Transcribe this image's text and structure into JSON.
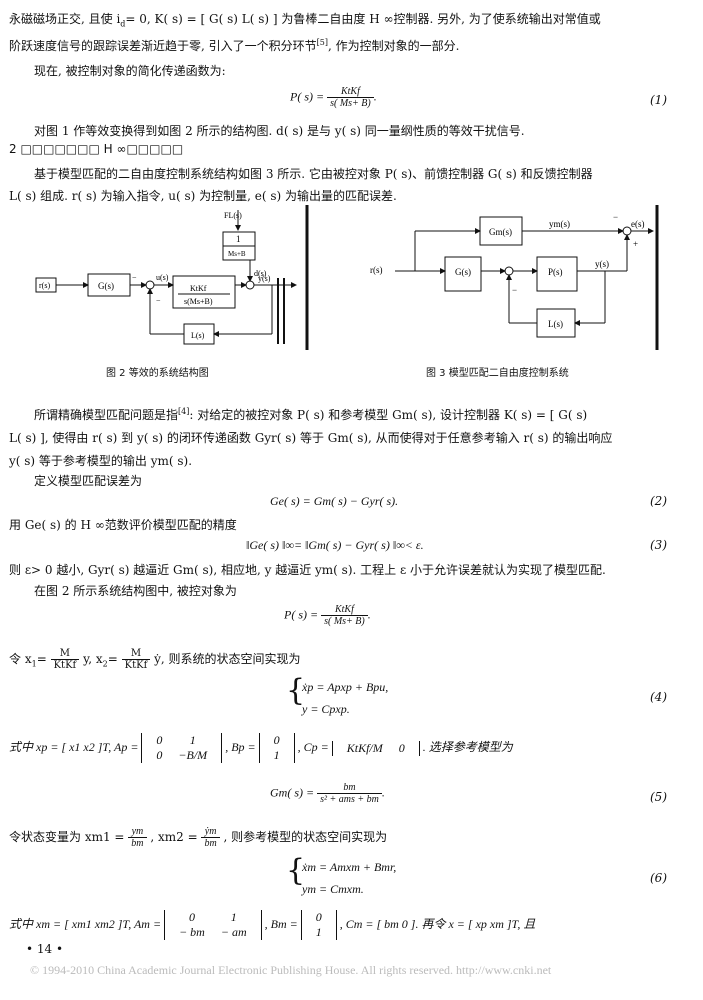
{
  "lines": {
    "l1": "永磁磁场正交, 且使 i",
    "l1b": "d",
    "l1c": "= 0, K( s) = [ G( s)   L( s) ] 为鲁棒二自由度 H ∞控制器. 另外, 为了使系统输出对常值或",
    "l2": "阶跃速度信号的跟踪误差渐近趋于零, 引入了一个积分环节",
    "l2ref": "[5]",
    "l2b": ", 作为控制对象的一部分.",
    "l3": "现在, 被控制对象的简化传递函数为:",
    "eq1_lhs": "P( s) =",
    "eq1_num": "KtKf",
    "eq1_den": "s( Ms+ B)",
    "eq1_no": "(1)",
    "l4": "对图 1 作等效变换得到如图 2 所示的结构图. d( s) 是与 y( s) 同一量纲性质的等效干扰信号.",
    "section": "2  □□□□□□□ H ∞□□□□□",
    "l5": "基于模型匹配的二自由度控制系统结构如图 3 所示. 它由被控对象 P( s)、前馈控制器 G( s) 和反馈控制器",
    "l6": "L( s) 组成. r( s) 为输入指令, u( s) 为控制量, e( s) 为输出量的匹配误差.",
    "l7": "所谓精确模型匹配问题是指",
    "l7ref": "[4]",
    "l7b": ": 对给定的被控对象 P( s) 和参考模型 Gm( s), 设计控制器 K( s) = [ G( s)",
    "l8": "L( s) ], 使得由 r( s) 到 y( s) 的闭环传递函数 Gyr( s) 等于 Gm( s), 从而使得对于任意参考输入 r( s) 的输出响应",
    "l9": "y( s) 等于参考模型的输出 ym( s).",
    "l10": "定义模型匹配误差为",
    "eq2": "Ge( s) = Gm( s) − Gyr( s).",
    "eq2_no": "(2)",
    "l11": "用 Ge( s) 的 H ∞范数评价模型匹配的精度",
    "eq3": "‖Ge( s) ‖∞= ‖Gm( s) − Gyr( s) ‖∞< ε.",
    "eq3_no": "(3)",
    "l12": "则 ε> 0 越小, Gyr( s) 越逼近 Gm( s), 相应地, y 越逼近 ym( s). 工程上 ε 小于允许误差就认为实现了模型匹配.",
    "l13": "在图 2 所示系统结构图中, 被控对象为",
    "eq4a_lhs": "P( s) =",
    "eq4a_num": "KtKf",
    "eq4a_den": "s( Ms+ B)",
    "l14a": "令 x",
    "l14sub1": "1",
    "l14eq": "=",
    "l14_f1_num": "M",
    "l14_f1_den": "KtKf",
    "l14_mid": "y, x",
    "l14sub2": "2",
    "l14_f2_num": "M",
    "l14_f2_den": "KtKf",
    "l14b": "ẏ, 则系统的状态空间实现为",
    "eq4_row1": "ẋp = Apxp + Bpu,",
    "eq4_row2": "y = Cpxp.",
    "eq4_no": "(4)",
    "l15a": "式中 xp = [ x1    x2 ]T, Ap =",
    "Ap": [
      [
        "0",
        "1"
      ],
      [
        "0",
        "−B/M"
      ]
    ],
    "l15b": ", Bp =",
    "Bp": [
      [
        "0"
      ],
      [
        "1"
      ]
    ],
    "l15c": ", Cp =",
    "Cp": [
      [
        "KtKf/M",
        "0"
      ]
    ],
    "l15d": ". 选择参考模型为",
    "eq5_lhs": "Gm( s) =",
    "eq5_num": "bm",
    "eq5_den": "s² + ams + bm",
    "eq5_no": "(5)",
    "l16a": "令状态变量为 xm1 =",
    "l16_f1_num": "ym",
    "l16_f1_den": "bm",
    "l16b": ", xm2 =",
    "l16_f2_num": "ẏm",
    "l16_f2_den": "bm",
    "l16c": ", 则参考模型的状态空间实现为",
    "eq6_row1": "ẋm = Amxm + Bmr,",
    "eq6_row2": "ym = Cmxm.",
    "eq6_no": "(6)",
    "l17a": "式中 xm = [ xm1    xm2 ]T, Am =",
    "Am": [
      [
        "0",
        "1"
      ],
      [
        "− bm",
        "− am"
      ]
    ],
    "l17b": ", Bm =",
    "Bm": [
      [
        "0"
      ],
      [
        "1"
      ]
    ],
    "l17c": ", Cm = [ bm    0 ]. 再令 x = [ xp    xm ]T, 且"
  },
  "fig2": {
    "caption": "图 2   等效的系统结构图",
    "labels": {
      "input": "r(s)",
      "g": "G(s)",
      "u": "u(s)",
      "fl": "FL(s)",
      "one": "1",
      "kt_den": "Ms+B",
      "d": "d(s)",
      "plant_num": "KtKf",
      "plant_den": "s(Ms+B)",
      "y": "y(s)",
      "l": "L(s)",
      "minus": "−",
      "plus": "+"
    }
  },
  "fig3": {
    "caption": "图 3   模型匹配二自由度控制系统",
    "labels": {
      "ref": "r(s)",
      "gm": "Gm(s)",
      "ym": "ym(s)",
      "e": "e(s)",
      "g": "G(s)",
      "p": "P(s)",
      "y": "y(s)",
      "l": "L(s)",
      "minus": "−",
      "plus": "+"
    }
  },
  "page": {
    "number": "• 14 •",
    "footer": "© 1994-2010 China Academic Journal Electronic Publishing House. All rights reserved.    http://www.cnki.net"
  }
}
